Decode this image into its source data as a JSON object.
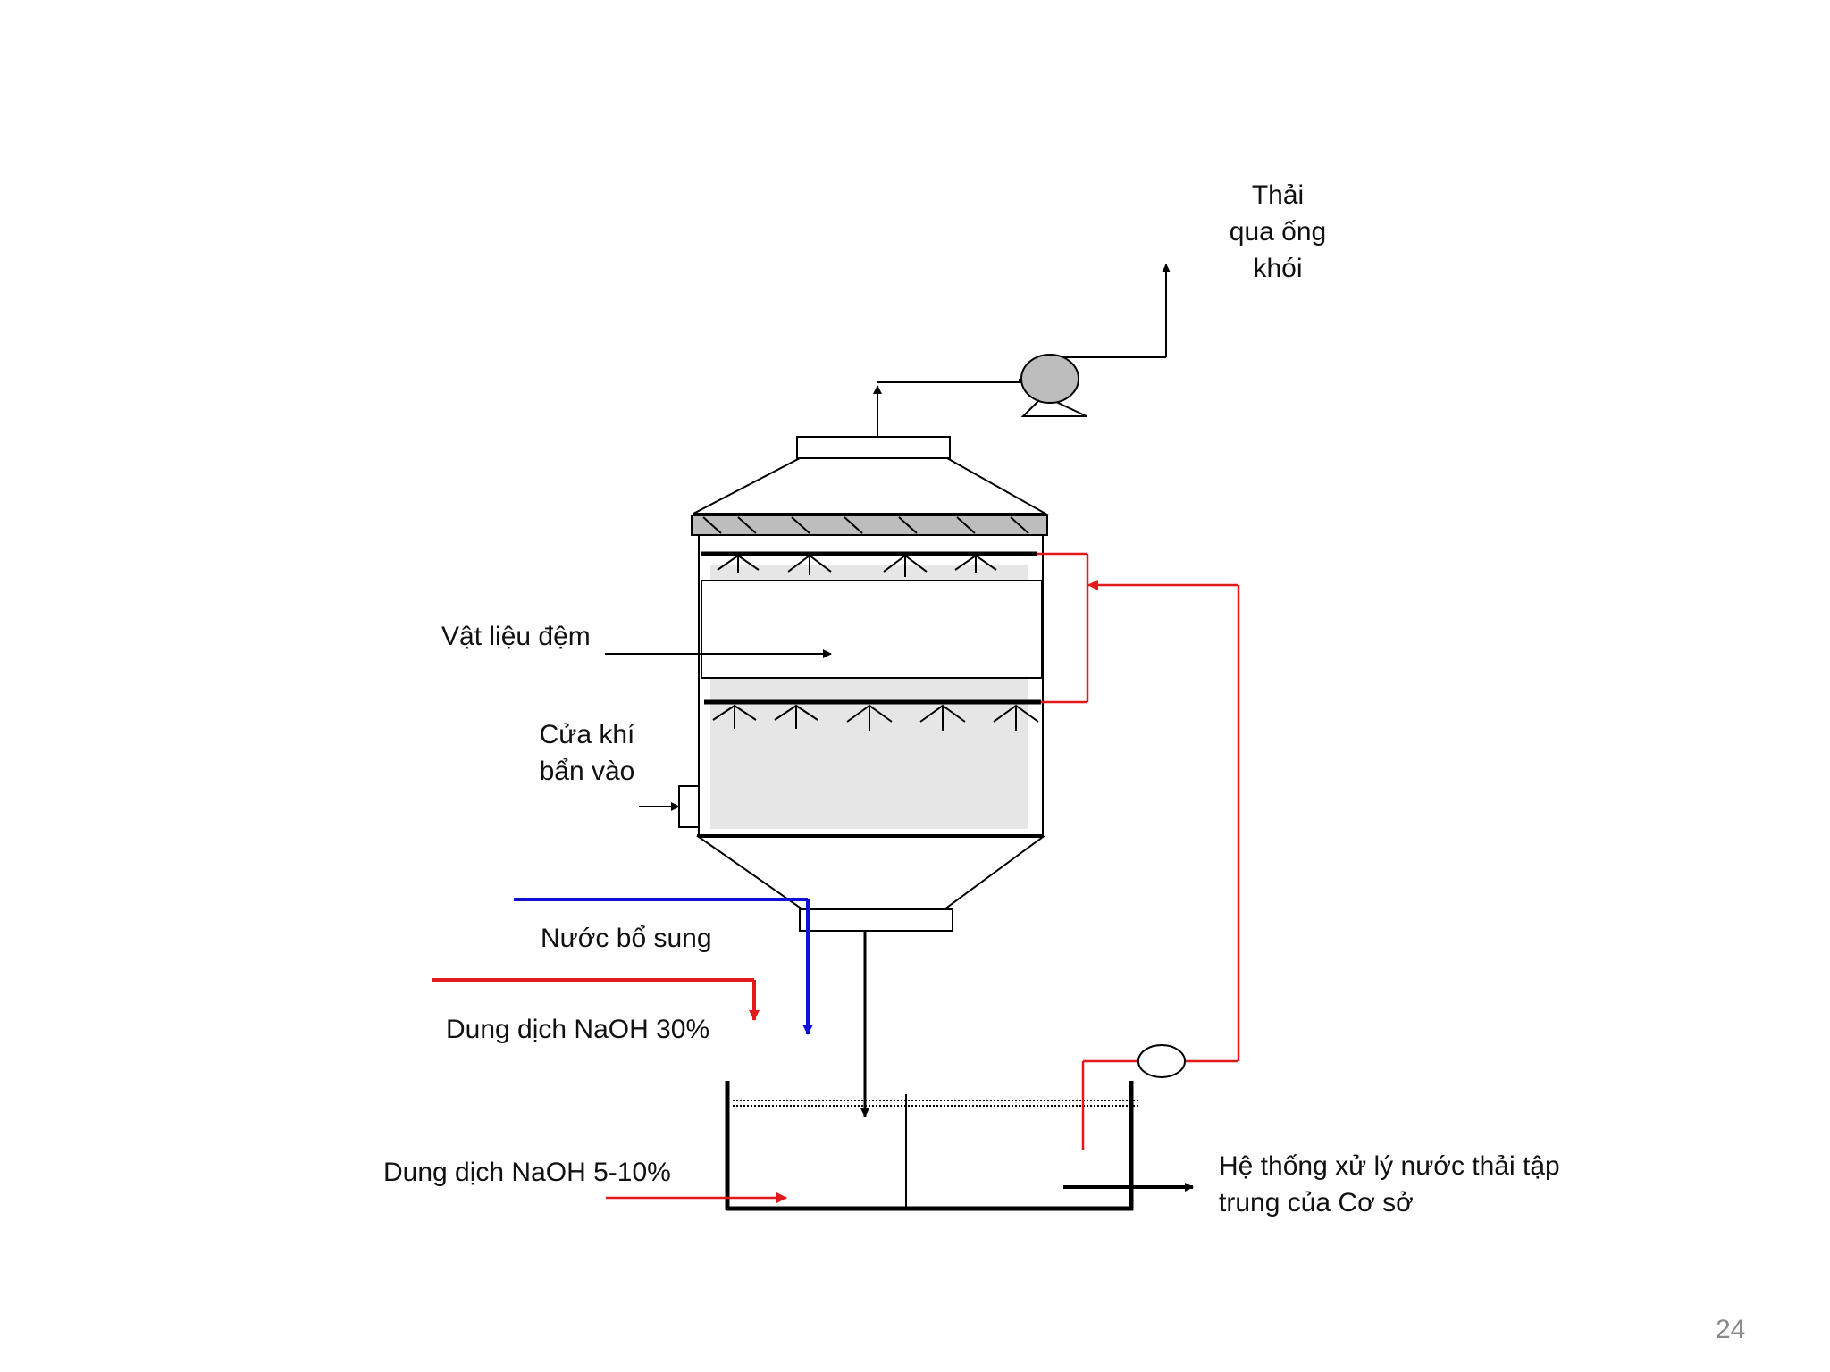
{
  "labels": {
    "exhaust_line1": "Thải",
    "exhaust_line2": "qua ống",
    "exhaust_line3": "khói",
    "packing": "Vật liệu đệm",
    "gas_inlet_line1": "Cửa khí",
    "gas_inlet_line2": "bẩn vào",
    "makeup_water": "Nước bổ sung",
    "naoh_30": "Dung dịch NaOH 30%",
    "naoh_5_10": "Dung dịch NaOH 5-10%",
    "wastewater_line1": "Hệ thống xử lý nước thải tập",
    "wastewater_line2": "trung của Cơ sở"
  },
  "page_number": "24",
  "colors": {
    "recirculation_line": "#e31a1c",
    "water_line": "#1010d8",
    "naoh_line": "#e31a1c",
    "structure": "#000000",
    "packing_fill": "#e6e6e6",
    "demister_fill": "#bdbdbd",
    "fan_fill": "#bdbdbd"
  }
}
